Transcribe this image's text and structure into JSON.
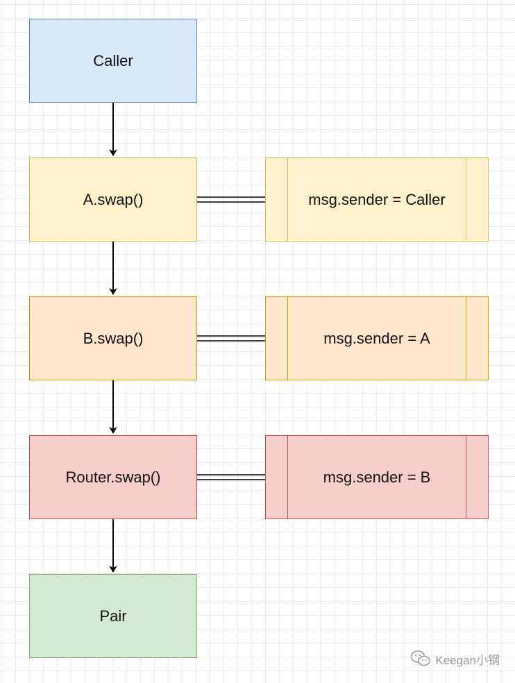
{
  "nodes": {
    "caller": "Caller",
    "a_swap": "A.swap()",
    "b_swap": "B.swap()",
    "router_swap": "Router.swap()",
    "pair": "Pair"
  },
  "notes": {
    "a_sender": "msg.sender = Caller",
    "b_sender": "msg.sender = A",
    "router_sender": "msg.sender = B"
  },
  "watermark": {
    "text": "Keegan小钢",
    "icon": "wechat-icon"
  },
  "colors": {
    "blue_fill": "#dae8fc",
    "blue_stroke": "#6c8ebf",
    "yellow_fill": "#fff2cc",
    "yellow_stroke": "#d6b656",
    "orange_fill": "#ffe6cc",
    "orange_stroke": "#d79b00",
    "red_fill": "#f8cecc",
    "red_stroke": "#b85450",
    "green_fill": "#d5e8d4",
    "green_stroke": "#82b366"
  }
}
